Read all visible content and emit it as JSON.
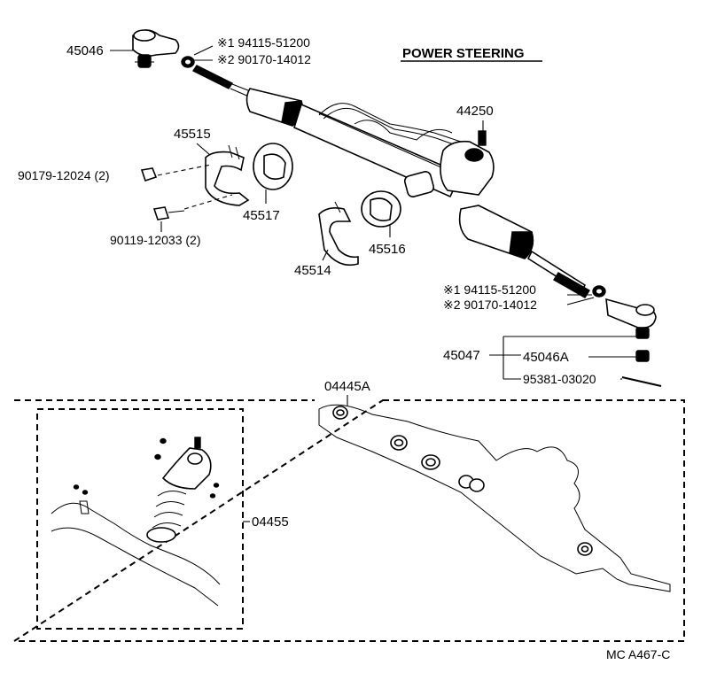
{
  "title": "POWER STEERING",
  "figure_code": "MC A467-C",
  "parts": {
    "tie_rod_end_left": "45046",
    "nut_left_1": "※1 94115-51200",
    "nut_left_2": "※2 90170-14012",
    "gear_assy": "44250",
    "bracket_upper": "45515",
    "bolt_upper": "90179-12024 (2)",
    "bolt_lower": "90119-12033 (2)",
    "grommet_upper": "45517",
    "bracket_lower": "45514",
    "grommet_lower": "45516",
    "nut_right_1": "※1 94115-51200",
    "nut_right_2": "※2 90170-14012",
    "tie_rod_end_right": "45047",
    "tie_rod_end_sub": "45046A",
    "cotter_pin": "95381-03020",
    "gasket_kit_rack": "04445A",
    "gasket_kit_valve": "04455"
  }
}
